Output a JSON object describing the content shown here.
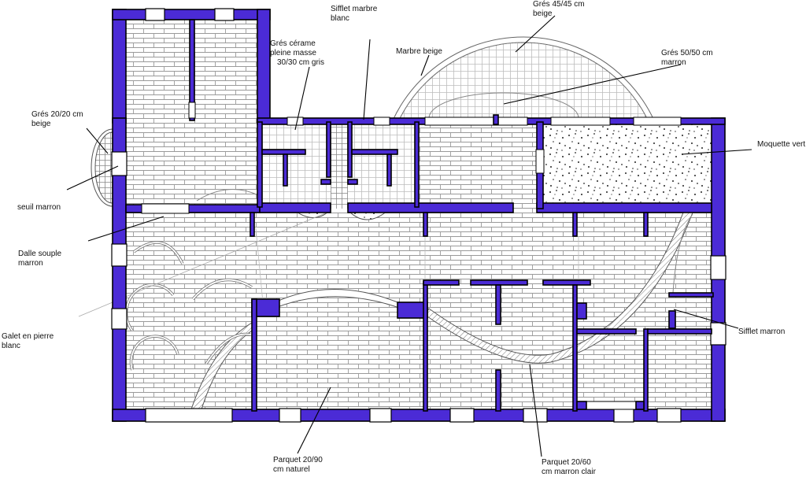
{
  "colors": {
    "wall": "#4b2bd6",
    "outline": "#000000",
    "tile_line": "#9a9a9a",
    "grid_line": "#bdbdbd",
    "background": "#ffffff"
  },
  "labels": {
    "sifflet_marbre_blanc": [
      "Sifflet marbre",
      "blanc"
    ],
    "gres_45": [
      "Grés 45/45 cm",
      "beige"
    ],
    "gres_cerame": [
      "Grés cérame",
      "pleine masse",
      "30/30 cm gris"
    ],
    "marbre_beige": [
      "Marbre beige"
    ],
    "gres_50": [
      "Grés 50/50 cm",
      "marron"
    ],
    "gres_20": [
      "Grés 20/20 cm",
      "beige"
    ],
    "moquette": [
      "Moquette vert"
    ],
    "seuil": [
      "seuil marron"
    ],
    "dalle_souple": [
      "Dalle souple",
      "marron"
    ],
    "galet": [
      "Galet en pierre",
      "blanc"
    ],
    "sifflet_marron": [
      "Sifflet marron"
    ],
    "parquet_20_60": [
      "Parquet 20/60",
      "cm marron clair"
    ],
    "parquet_20_90": [
      "Parquet 20/90",
      "cm naturel"
    ]
  }
}
